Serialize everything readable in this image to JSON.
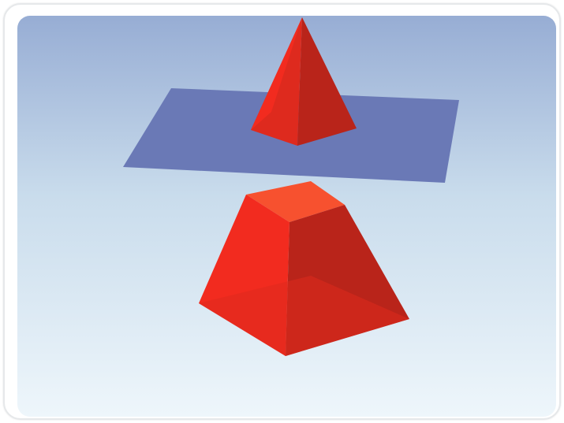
{
  "figure": {
    "subject": "pyramid-cut-by-plane",
    "parts": [
      "apex-pyramid",
      "cutting-plane",
      "frustum"
    ]
  },
  "colors": {
    "background_top": "#97add4",
    "background_bottom": "#eef6fb",
    "plane": "#6a79b6",
    "solid_bright": "#f22b1f",
    "solid_mid": "#de2a1e",
    "solid_dark": "#b9241a",
    "solid_light": "#f7512f"
  }
}
